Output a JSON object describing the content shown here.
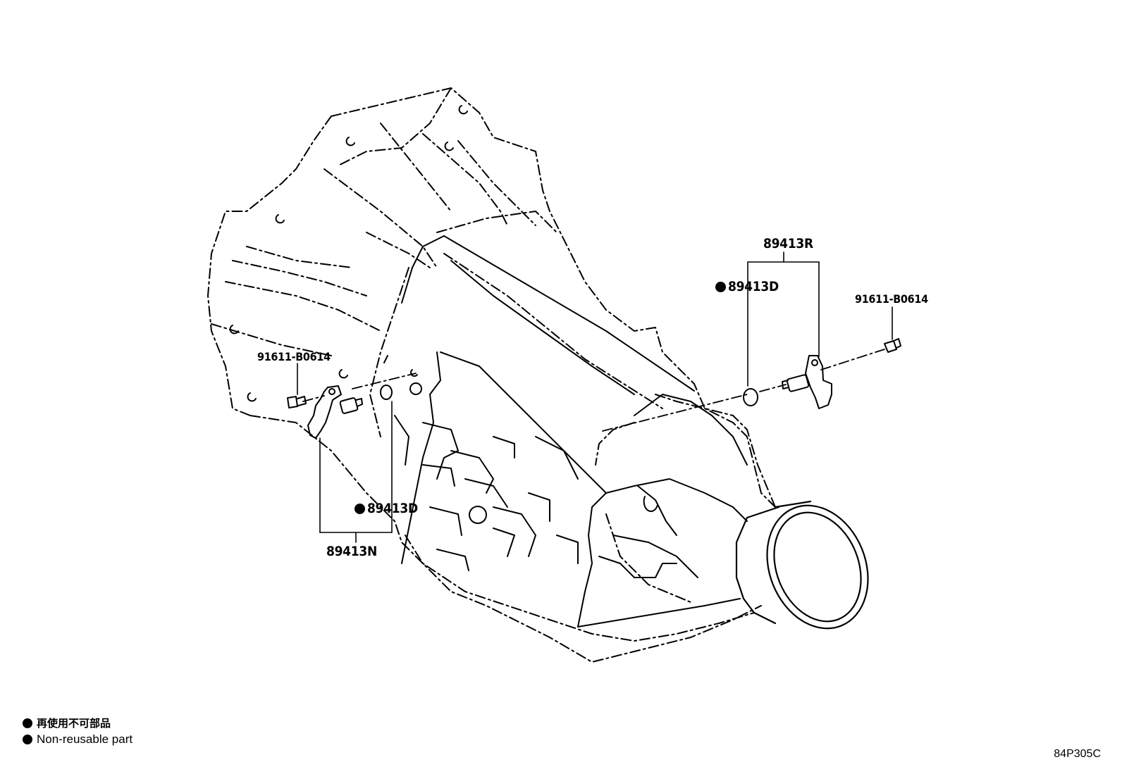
{
  "labels": {
    "r_assembly": "89413R",
    "r_gasket": "89413D",
    "r_bolt": "91611-B0614",
    "n_bolt": "91611-B0614",
    "n_gasket": "89413D",
    "n_assembly": "89413N"
  },
  "legend": {
    "japanese": "再使用不可部品",
    "english": "Non-reusable part"
  },
  "diagram_code": "84P305C"
}
